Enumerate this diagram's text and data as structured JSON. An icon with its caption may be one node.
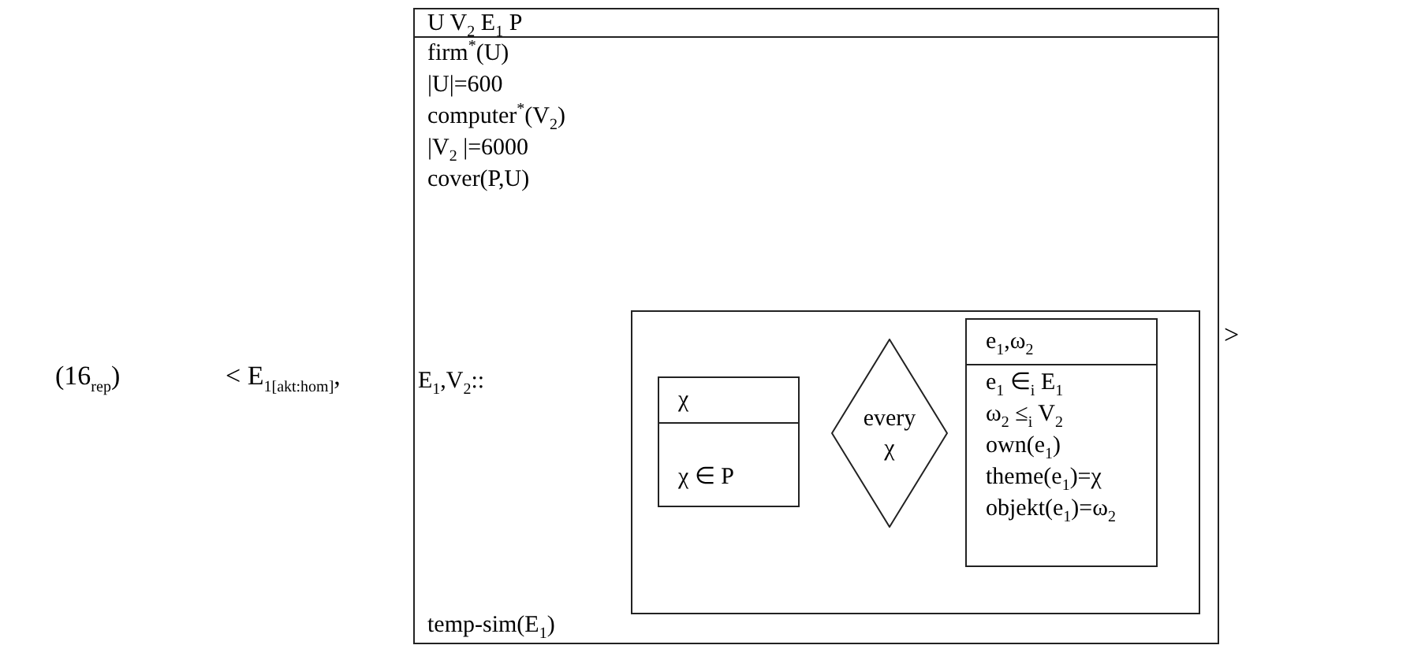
{
  "diagram": {
    "nodes": [
      {
        "text": [
          "U V$_{2}$ E$_{1}$ P",
          "firm$^{*}$(U)",
          "|U|=600",
          "computer$^{*}$(V$_{2}$)",
          "|V$_{2}$ |=6000",
          "cover(P,U)",
          "E$_{1}$,V$_{2}$::",
          "temp-sim(E$_{1}$)"
        ]
      },
      {
        "text": [],
        "shape": "box",
        "in": 0
      },
      {
        "text": [
          "χ",
          "χ ∈ P"
        ],
        "in": 1
      },
      {
        "text": [
          "every χ"
        ],
        "in": 1
      },
      {
        "text": [
          "e$_{1}$,ω$_{2}$",
          "e$_{1}$ ∈$_{i}$ E$_{1}$",
          "ω$_{2}$ ≤$_{i}$ V$_{2}$",
          "own(e$_{1}$)",
          "theme(e$_{1}$)=χ",
          "objekt(e$_{1}$)=ω$_{2}$"
        ],
        "in": 1
      }
    ],
    "labels": [
      "(16$_{rep}$)",
      "< E$_{1[akt:hom]}$,",
      ">"
    ]
  }
}
